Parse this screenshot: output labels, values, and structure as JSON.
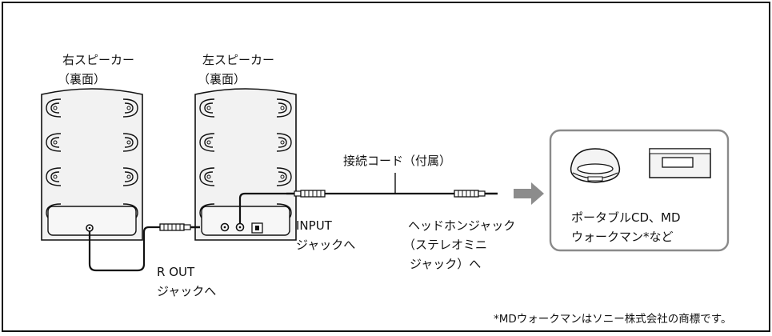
{
  "speakers": {
    "right": {
      "name": "右スピーカー",
      "side": "（裏面）"
    },
    "left": {
      "name": "左スピーカー",
      "side": "（裏面）"
    }
  },
  "cable_label": "接続コード（付属）",
  "input_jack": {
    "line1": "INPUT",
    "line2": "ジャックへ"
  },
  "rout_jack": {
    "line1": "R OUT",
    "line2": "ジャックへ"
  },
  "headphone_jack": {
    "line1": "ヘッドホンジャック",
    "line2": "（ステレオミニ",
    "line3": "ジャック）へ"
  },
  "device_box": {
    "line1": "ポータブルCD、MD",
    "line2": "ウォークマン*など"
  },
  "footnote": "*MDウォークマンはソニー株式会社の商標です。",
  "colors": {
    "line": "#111111",
    "panel": "#f2f2f2",
    "box_border": "#8a8a8a",
    "arrow": "#8c8c8c"
  }
}
